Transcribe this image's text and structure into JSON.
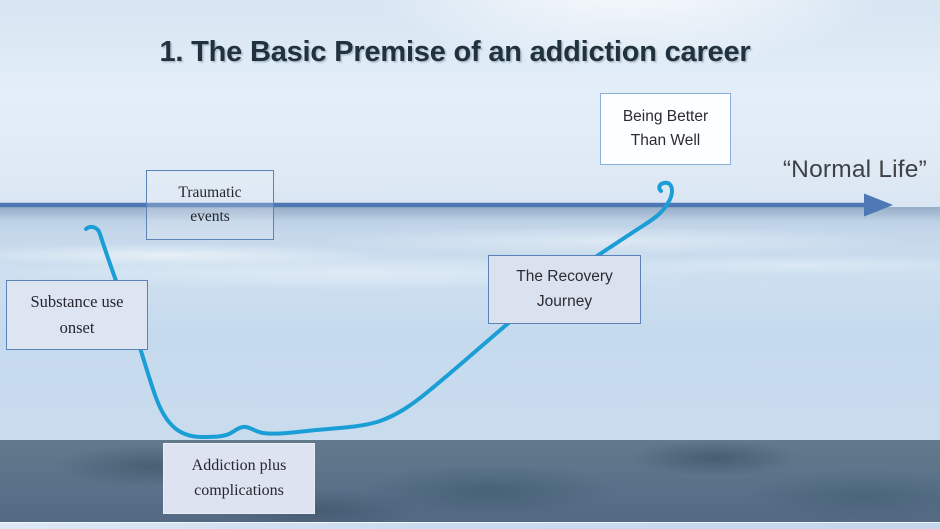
{
  "slide": {
    "title": "1. The Basic Premise of an addiction career",
    "axis_label": "“Normal Life”"
  },
  "boxes": {
    "traumatic": {
      "line1": "Traumatic",
      "line2": "events"
    },
    "substance": {
      "line1": "Substance use",
      "line2": "onset"
    },
    "recovery": {
      "line1": "The Recovery",
      "line2": "Journey"
    },
    "better": {
      "line1": "Being Better",
      "line2": "Than Well"
    },
    "addiction": {
      "line1": "Addiction plus",
      "line2": "complications"
    }
  },
  "colors": {
    "curve": "#1b9ed6",
    "axis_line": "#4d78b4",
    "title_text": "#20323e",
    "box_border": "#5c83b8"
  }
}
